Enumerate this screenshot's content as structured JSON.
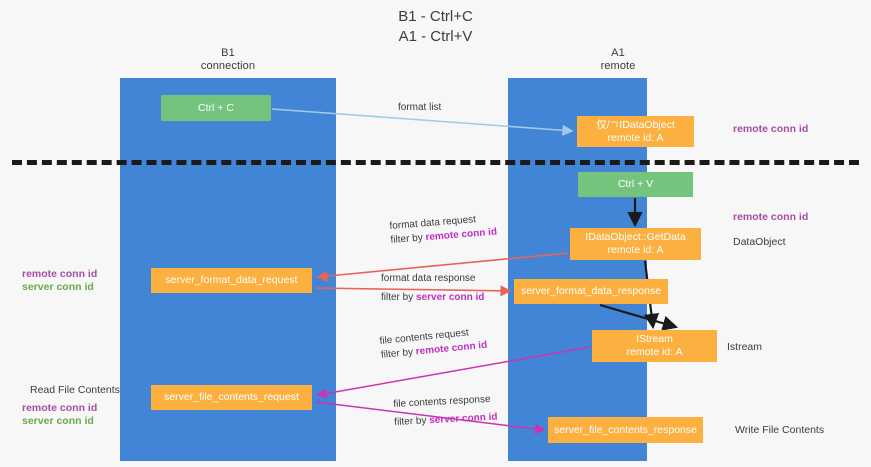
{
  "title": {
    "line1": "B1 - Ctrl+C",
    "line2": "A1 - Ctrl+V"
  },
  "lanes": [
    {
      "id": "b1",
      "name": "B1",
      "role": "connection"
    },
    {
      "id": "a1",
      "name": "A1",
      "role": "remote"
    }
  ],
  "nodes": {
    "ctrl_c": {
      "line1": "Ctrl + C",
      "line2": "",
      "color": "#74c47e"
    },
    "idataobject": {
      "line1": "仅/ㄱIDataObject",
      "line2": "remote id: A",
      "color": "#fbb040"
    },
    "ctrl_v": {
      "line1": "Ctrl + V",
      "line2": "",
      "color": "#74c47e"
    },
    "getdata": {
      "line1": "IDataObject::GetData",
      "line2": "remote id: A",
      "color": "#fbb040"
    },
    "sfd_request": {
      "line1": "server_format_data_request",
      "line2": "",
      "color": "#fbb040"
    },
    "sfd_response": {
      "line1": "server_format_data_response",
      "line2": "",
      "color": "#fbb040"
    },
    "istream": {
      "line1": "IStream",
      "line2": "remote id: A",
      "color": "#fbb040"
    },
    "sfc_request": {
      "line1": "server_file_contents_request",
      "line2": "",
      "color": "#fbb040"
    },
    "sfc_response": {
      "line1": "server_file_contents_response",
      "line2": "",
      "color": "#fbb040"
    }
  },
  "edge_labels": {
    "format_list": "format list",
    "format_data_request": "format data request",
    "format_data_request_filter_prefix": "filter by ",
    "format_data_request_filter_key": "remote conn id",
    "format_data_response": "format data response",
    "format_data_response_filter_prefix": "filter by ",
    "format_data_response_filter_key": "server conn id",
    "file_contents_request": "file contents request",
    "file_contents_request_filter_prefix": "filter by ",
    "file_contents_request_filter_key": "remote conn id",
    "file_contents_response": "file contents response",
    "file_contents_response_filter_prefix": "filter by ",
    "file_contents_response_filter_key": "server conn id"
  },
  "side_notes": {
    "right_remote_conn_id_top": "remote conn id",
    "right_remote_conn_id_mid": "remote conn id",
    "right_dataobject": "DataObject",
    "right_istream": "Istream",
    "right_write_file_contents": "Write File Contents",
    "left_remote_conn_id": "remote conn id",
    "left_server_conn_id": "server conn id",
    "left_read_file_contents": "Read File Contents",
    "left_remote_conn_id_2": "remote conn id",
    "left_server_conn_id_2": "server conn id"
  },
  "colors": {
    "lane": "#4285d6",
    "green_node": "#74c47e",
    "orange_node": "#fbb040",
    "purple_text": "#a64ca6",
    "green_text": "#6aa84f",
    "magenta_edge": "#cc33b0",
    "red_edge": "#e8645a",
    "blue_edge": "#9ecbe8",
    "background": "#f7f7f7",
    "divider": "#1a1a1a"
  }
}
